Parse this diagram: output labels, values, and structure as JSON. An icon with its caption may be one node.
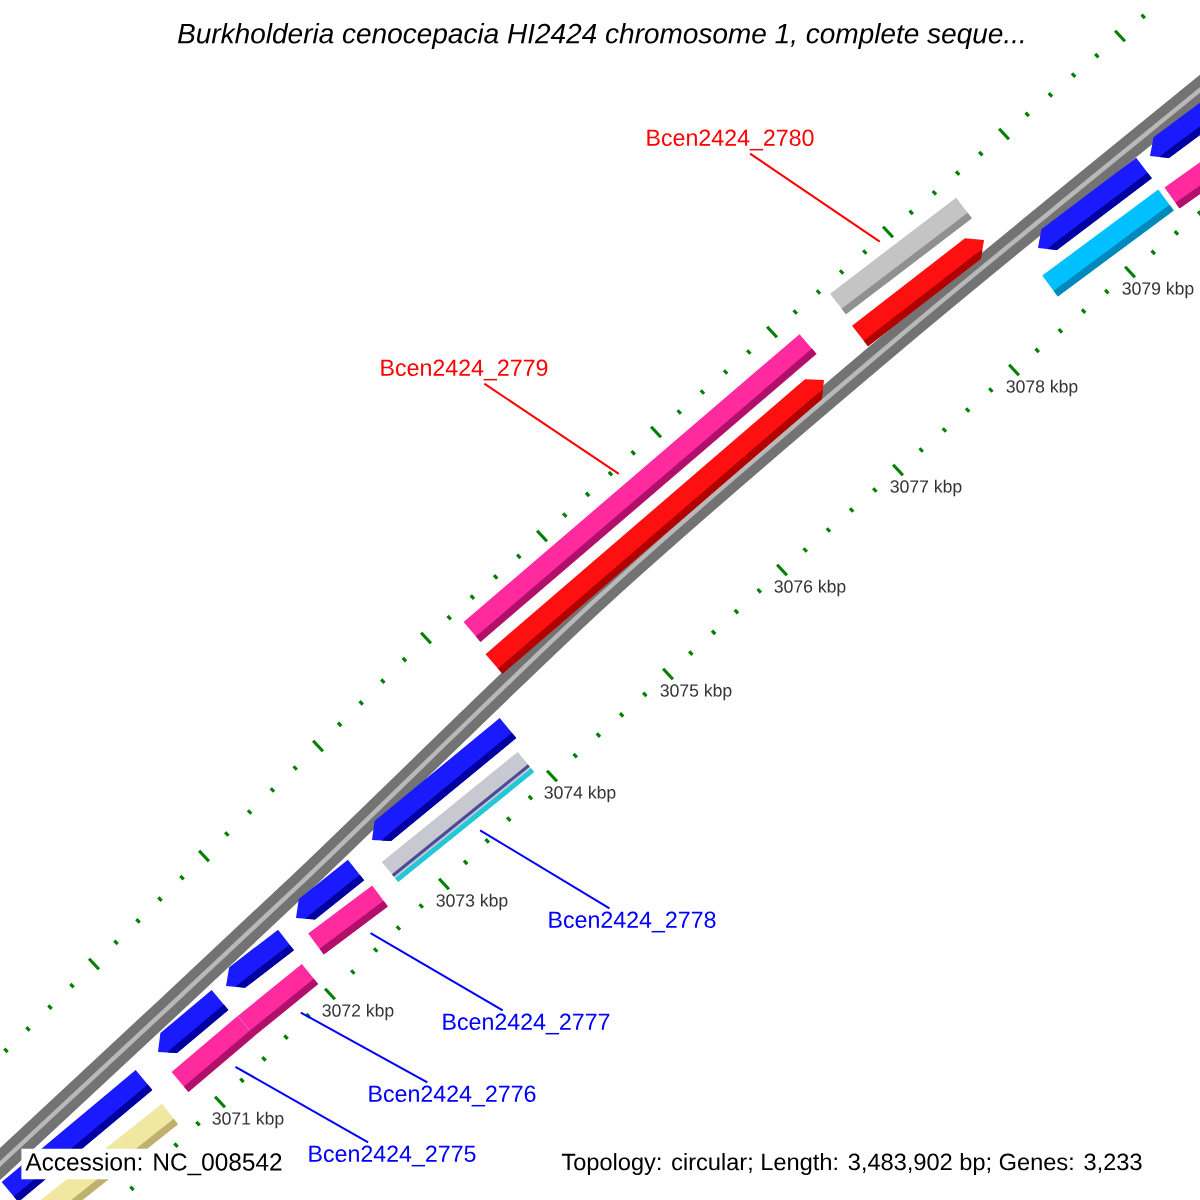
{
  "diagram": {
    "title": "*Burkholderia cenocepacia* HI2424 chromosome 1, complete seque...",
    "nodes": [
      {
        "text": [
          "Bcen2424_2780"
        ]
      },
      {
        "text": [
          "Bcen2424_2779"
        ]
      },
      {
        "text": [
          "Bcen2424_2778"
        ]
      },
      {
        "text": [
          "Bcen2424_2777"
        ]
      },
      {
        "text": [
          "Bcen2424_2776"
        ]
      },
      {
        "text": [
          "Bcen2424_2775"
        ]
      },
      {
        "text": [],
        "shape": "bar"
      },
      {
        "text": [],
        "shape": "bar"
      },
      {
        "text": [],
        "shape": "bar"
      },
      {
        "text": [],
        "shape": "bar"
      },
      {
        "text": [],
        "shape": "bar"
      },
      {
        "text": [],
        "shape": "bar"
      }
    ],
    "edges": [
      {
        "from": 0,
        "to": 6,
        "arrow": "none",
        "color": "#ff0000"
      },
      {
        "from": 1,
        "to": 7,
        "arrow": "none",
        "color": "#ff0000"
      },
      {
        "from": 2,
        "to": 8,
        "arrow": "none"
      },
      {
        "from": 3,
        "to": 9,
        "arrow": "none"
      },
      {
        "from": 4,
        "to": 10,
        "arrow": "none"
      },
      {
        "from": 5,
        "to": 11,
        "arrow": "none"
      }
    ],
    "labels": [
      "3079 kbp",
      "3078 kbp",
      "3077 kbp",
      "3076 kbp",
      "3075 kbp",
      "3074 kbp",
      "3073 kbp",
      "3072 kbp",
      "3071 kbp",
      "Accession: NC_008542",
      "Topology: circular; Length: 3,483,902 bp; Genes: 3,233"
    ]
  }
}
